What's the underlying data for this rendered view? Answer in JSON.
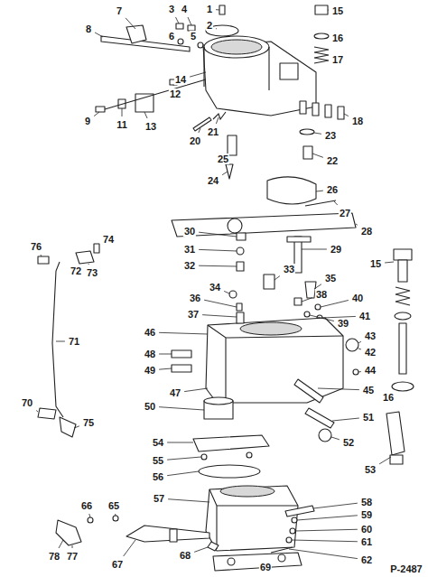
{
  "diagram": {
    "labels": [
      "7",
      "3",
      "4",
      "1",
      "15",
      "2",
      "8",
      "6",
      "5",
      "16",
      "17",
      "14",
      "12",
      "9",
      "11",
      "13",
      "18",
      "21",
      "23",
      "20",
      "25",
      "22",
      "24",
      "26",
      "27",
      "28",
      "29",
      "30",
      "76",
      "74",
      "31",
      "15",
      "32",
      "72",
      "73",
      "33",
      "35",
      "34",
      "36",
      "38",
      "40",
      "37",
      "39",
      "41",
      "46",
      "71",
      "43",
      "48",
      "42",
      "49",
      "44",
      "16",
      "45",
      "47",
      "70",
      "50",
      "51",
      "75",
      "54",
      "52",
      "55",
      "53",
      "56",
      "57",
      "58",
      "66",
      "65",
      "59",
      "60",
      "61",
      "78",
      "77",
      "68",
      "62",
      "67",
      "69",
      "P-2487"
    ]
  }
}
